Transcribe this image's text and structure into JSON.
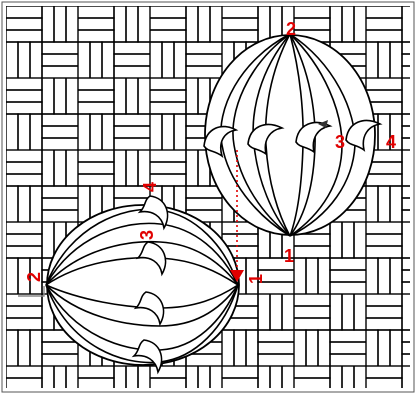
{
  "diagram": {
    "colors": {
      "stroke": "#000000",
      "background": "#ffffff",
      "label": "#e00000",
      "guide_arrow": "#e00000"
    },
    "upper_ornament": {
      "labels": {
        "top": "2",
        "bottom": "1",
        "arrow_three": "3",
        "arrow_four": "4"
      }
    },
    "lower_ornament": {
      "labels": {
        "left": "2",
        "right": "1",
        "arrow_three": "3",
        "arrow_four": "4"
      }
    }
  }
}
